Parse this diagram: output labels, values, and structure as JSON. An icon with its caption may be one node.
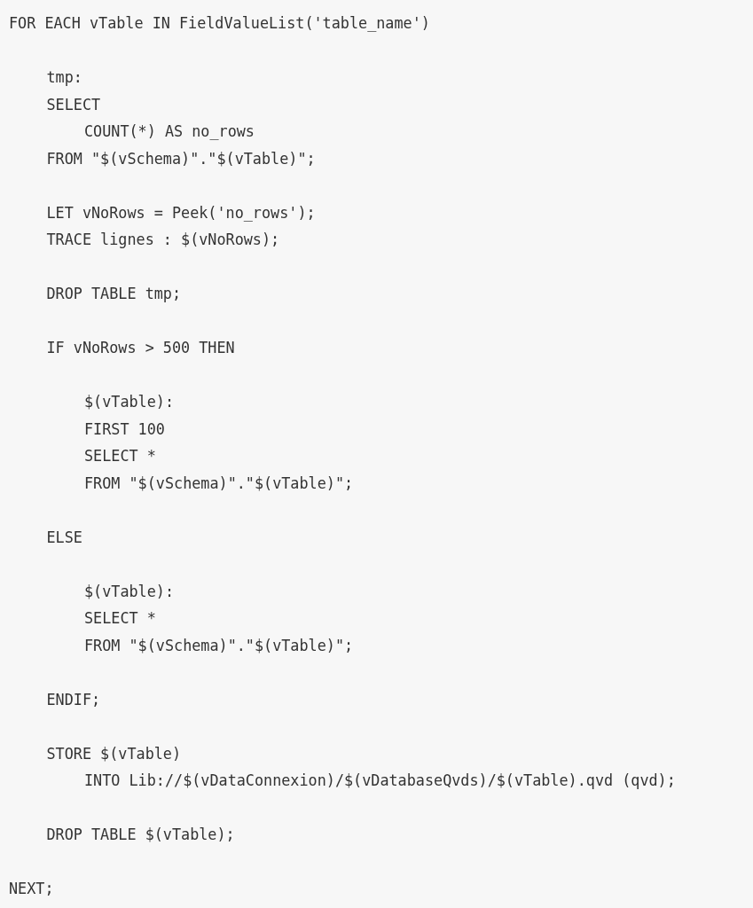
{
  "diagram": {
    "labels": [
      "FOR EACH vTable IN FieldValueList('table_name')",
      "tmp:",
      "SELECT",
      "COUNT(*) AS no_rows",
      "FROM \"$(vSchema)\".\"$(vTable)\";",
      "LET vNoRows = Peek('no_rows');",
      "TRACE lignes : $(vNoRows);",
      "DROP TABLE tmp;",
      "IF vNoRows > 500 THEN",
      "$(vTable):",
      "FIRST 100",
      "SELECT *",
      "FROM \"$(vSchema)\".\"$(vTable)\";",
      "ELSE",
      "$(vTable):",
      "SELECT *",
      "FROM \"$(vSchema)\".\"$(vTable)\";",
      "ENDIF;",
      "STORE $(vTable)",
      "INTO Lib://$(vDataConnexion)/$(vDatabaseQvds)/$(vTable).qvd (qvd);",
      "DROP TABLE $(vTable);",
      "NEXT;"
    ]
  }
}
